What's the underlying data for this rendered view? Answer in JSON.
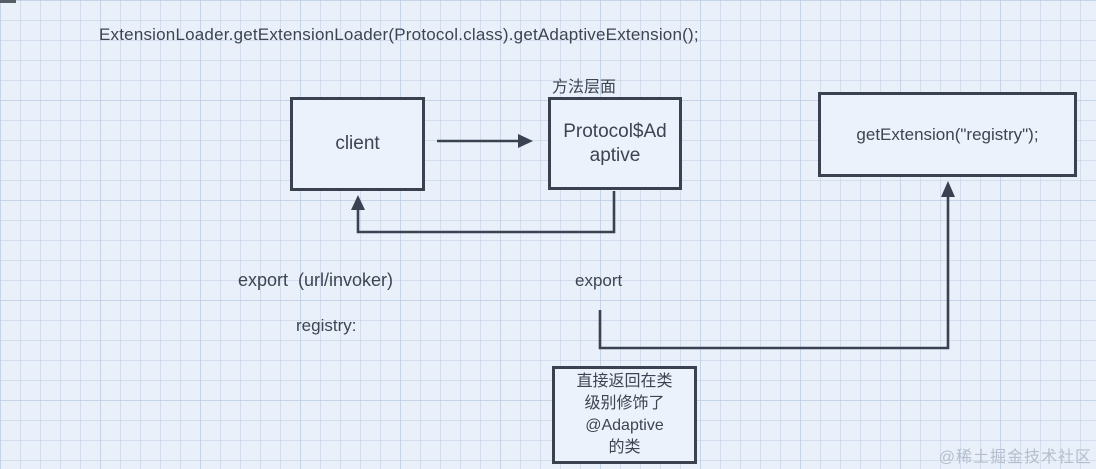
{
  "code_line": "ExtensionLoader.getExtensionLoader(Protocol.class).getAdaptiveExtension();",
  "labels": {
    "method_level": "方法层面",
    "export_url_invoker": "export  (url/invoker)",
    "registry": "registry:",
    "export": "export"
  },
  "nodes": {
    "client": {
      "label": "client"
    },
    "protocol_adaptive": {
      "label": "Protocol$Adaptive",
      "label_line1": "Protocol$Ad",
      "label_line2": "aptive"
    },
    "get_extension": {
      "label": "getExtension(\"registry\");"
    },
    "adaptive_note": {
      "label": "直接返回在类级别修饰了@Adaptive的类",
      "line1": "直接返回在类",
      "line2": "级别修饰了",
      "line3": "@Adaptive",
      "line4": "的类"
    }
  },
  "connectors": {
    "client_to_adaptive": "client → Protocol$Adaptive",
    "adaptive_to_client": "Protocol$Adaptive ↓ → client",
    "export_to_get_extension": "export ↓ → getExtension(\"registry\")"
  },
  "watermark": "@稀土掘金技术社区",
  "colors": {
    "background": "#e9f0fa",
    "grid_line": "#c7d3e8",
    "stroke": "#3a4150",
    "text": "#3d4452",
    "node_fill": "#ebf2fb",
    "watermark": "#b4becc"
  }
}
